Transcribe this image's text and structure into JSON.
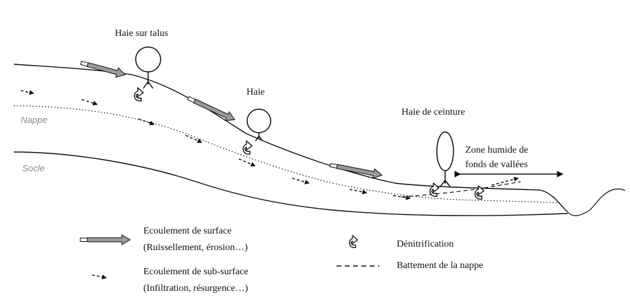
{
  "labels": {
    "haie_talus": "Haie sur talus",
    "haie": "Haie",
    "haie_ceinture": "Haie de ceinture",
    "zone_humide_l1": "Zone humide de",
    "zone_humide_l2": "fonds de vallées",
    "nappe": "Nappe",
    "socle": "Socle"
  },
  "legend": {
    "surface_title": "Ecoulement de surface",
    "surface_sub": "(Ruissellement, érosion…)",
    "subsurface_title": "Ecoulement de sub-surface",
    "subsurface_sub": "(Infiltration, résurgence…)",
    "denitrification": "Dénitrification",
    "battement": "Battement de la nappe"
  },
  "colors": {
    "line": "#111111",
    "arrow_fill": "#9a9a9a",
    "layer_label": "#8a8a8a"
  }
}
